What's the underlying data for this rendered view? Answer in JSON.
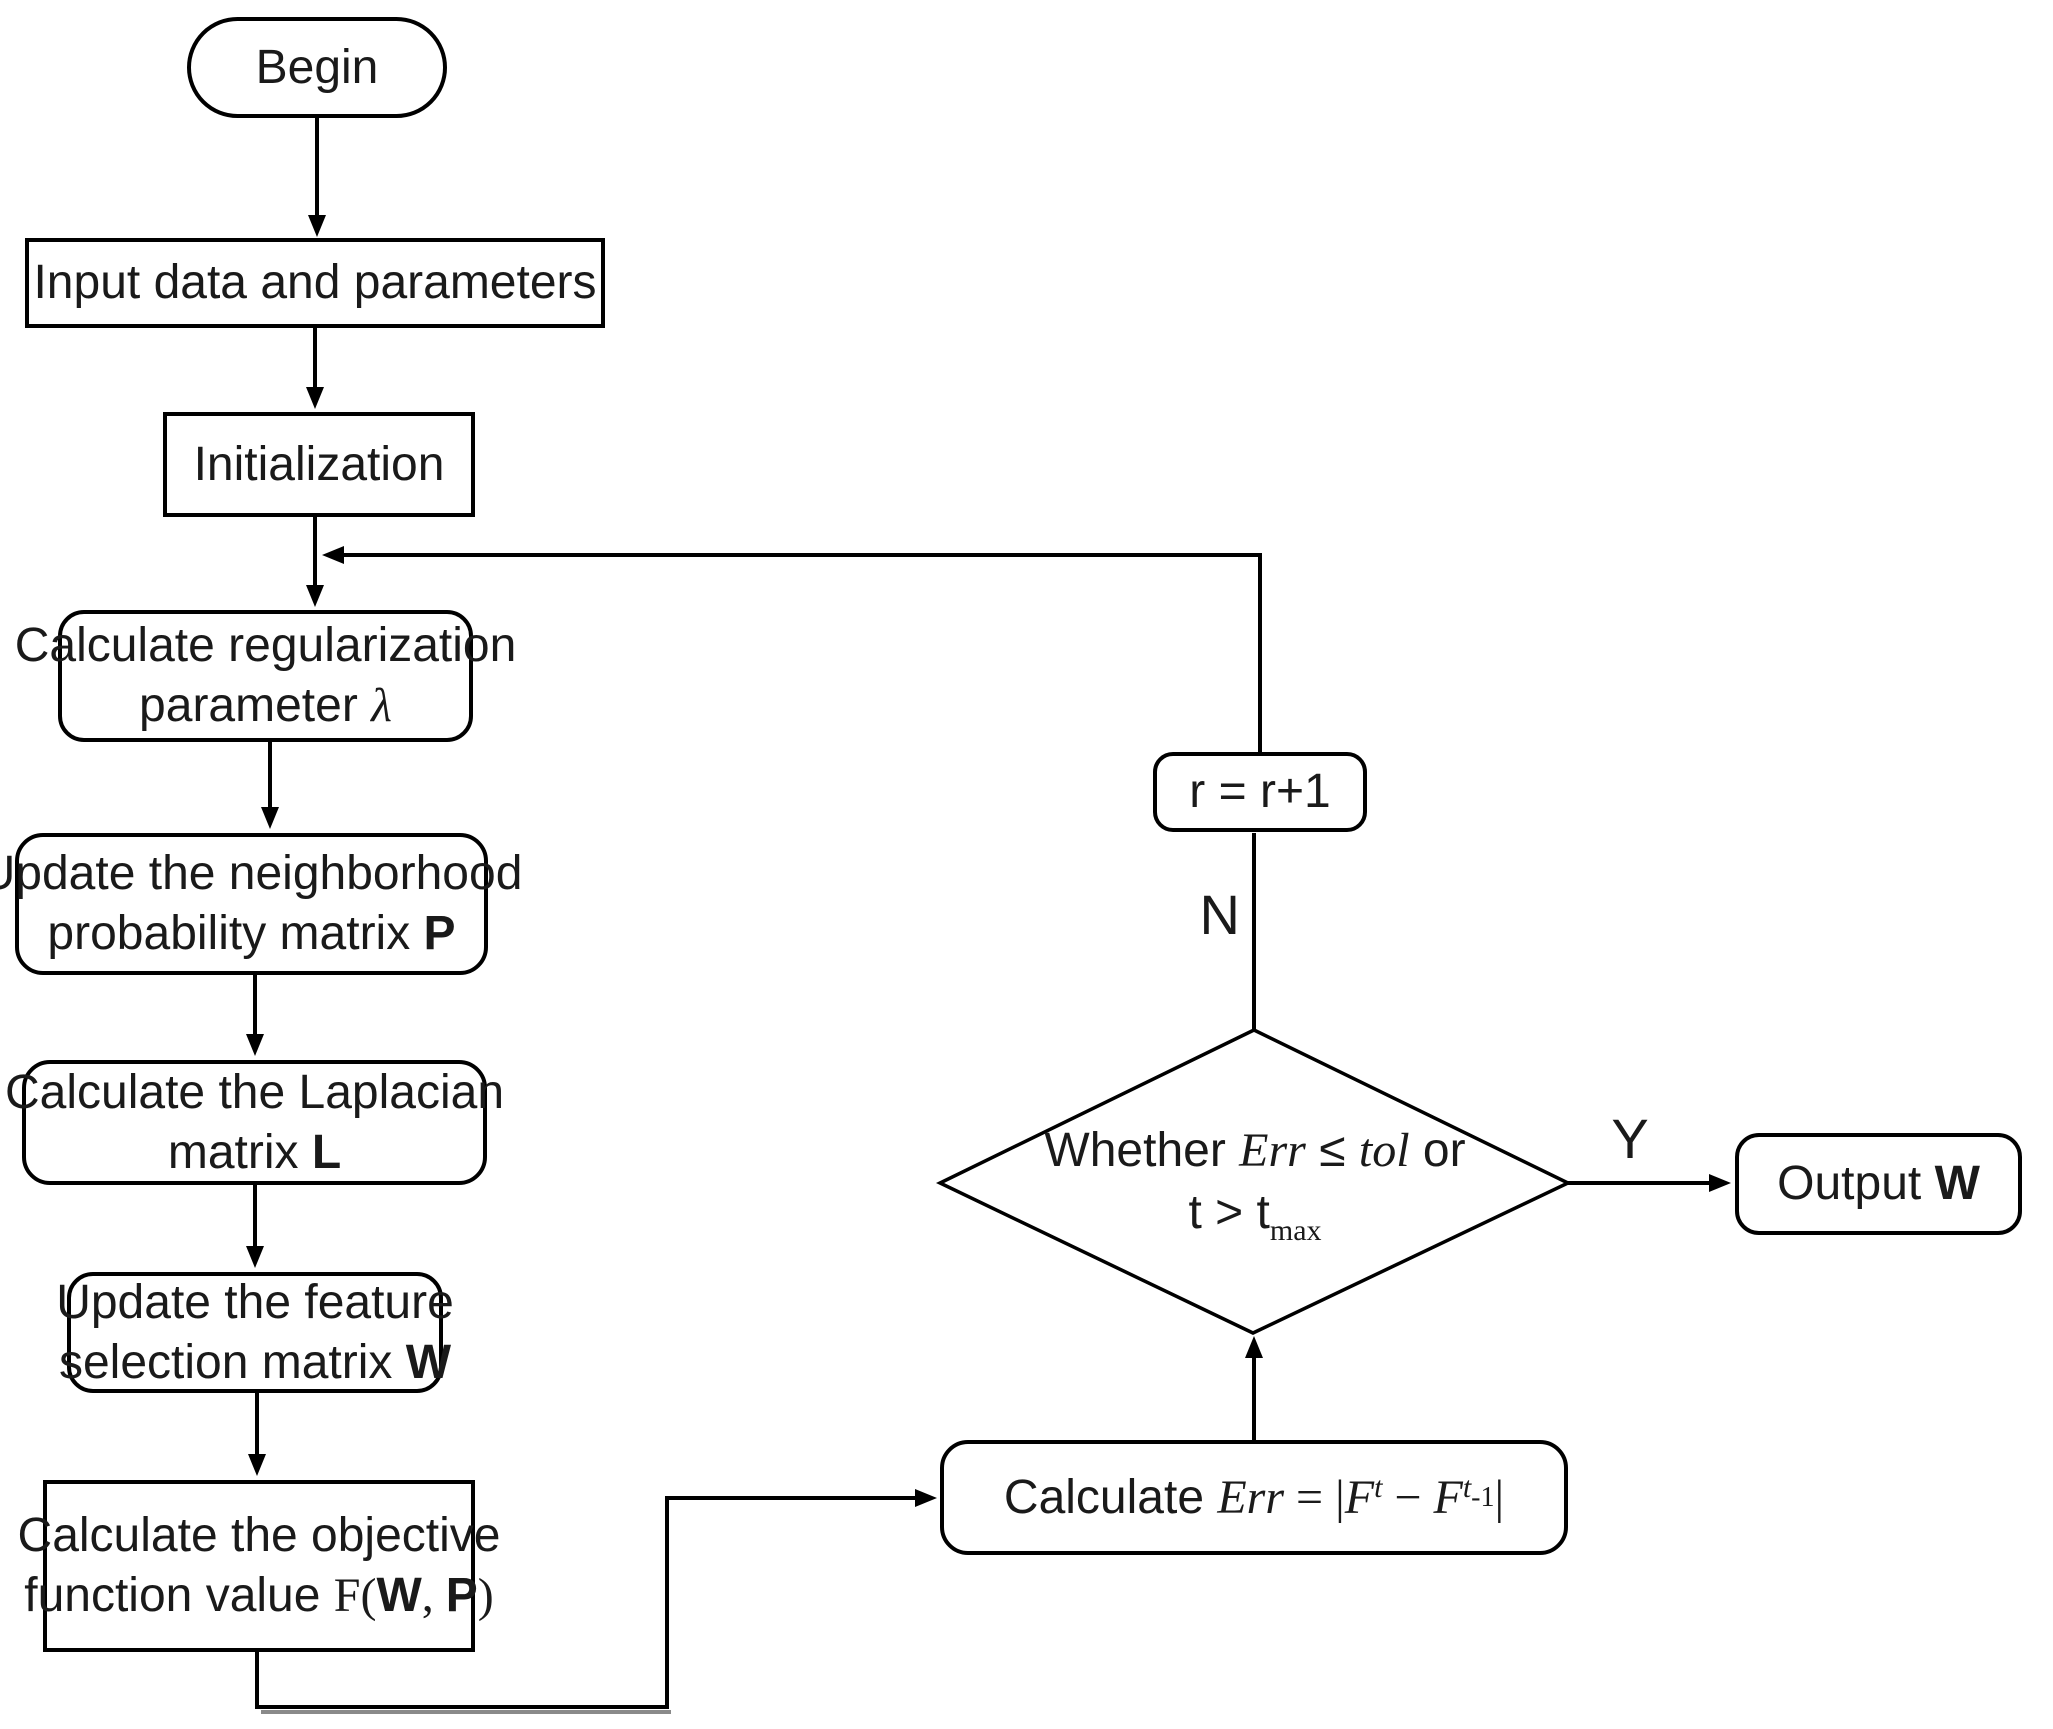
{
  "colors": {
    "line": "#000000",
    "shadow": "#8a8a8a",
    "text": "#1a1a1a",
    "background": "#ffffff"
  },
  "diagram": {
    "nodes": {
      "begin": {
        "label": "Begin"
      },
      "input": {
        "label": "Input data and parameters"
      },
      "init": {
        "label": "Initialization"
      },
      "reg": {
        "line1": "Calculate regularization",
        "line2_text": "parameter ",
        "line2_sym": "λ"
      },
      "neighbor": {
        "line1": "Update the neighborhood",
        "line2_text": "probability matrix ",
        "line2_sym": "P"
      },
      "laplacian": {
        "line1": "Calculate  the Laplacian",
        "line2_text": "matrix ",
        "line2_sym": "L"
      },
      "feature": {
        "line1": "Update the feature",
        "line2_text": "selection matrix ",
        "line2_sym": "W"
      },
      "objective": {
        "line1": "Calculate the objective",
        "line2_text": "function value ",
        "f": "F(",
        "w": "W",
        "comma": ", ",
        "p": "P",
        "close": ")"
      },
      "err": {
        "calc": "Calculate ",
        "err": "Err",
        "eq": " = |",
        "f1": "F",
        "sup1": "t",
        "minus": " − ",
        "f2": "F",
        "sup2": "t",
        "sup2b": "-1",
        "close": "|"
      },
      "decision": {
        "l1a": "Whether ",
        "l1err": "Err",
        "l1leq": " ≤ ",
        "l1tol": "tol",
        "l1or": " or",
        "l2t1": "t",
        "l2gt": " > ",
        "l2t2": "t",
        "l2sub": "max"
      },
      "rinc": {
        "label": "r = r+1"
      },
      "output": {
        "text": "Output ",
        "sym": "W"
      }
    },
    "edge_labels": {
      "no": "N",
      "yes": "Y"
    }
  }
}
